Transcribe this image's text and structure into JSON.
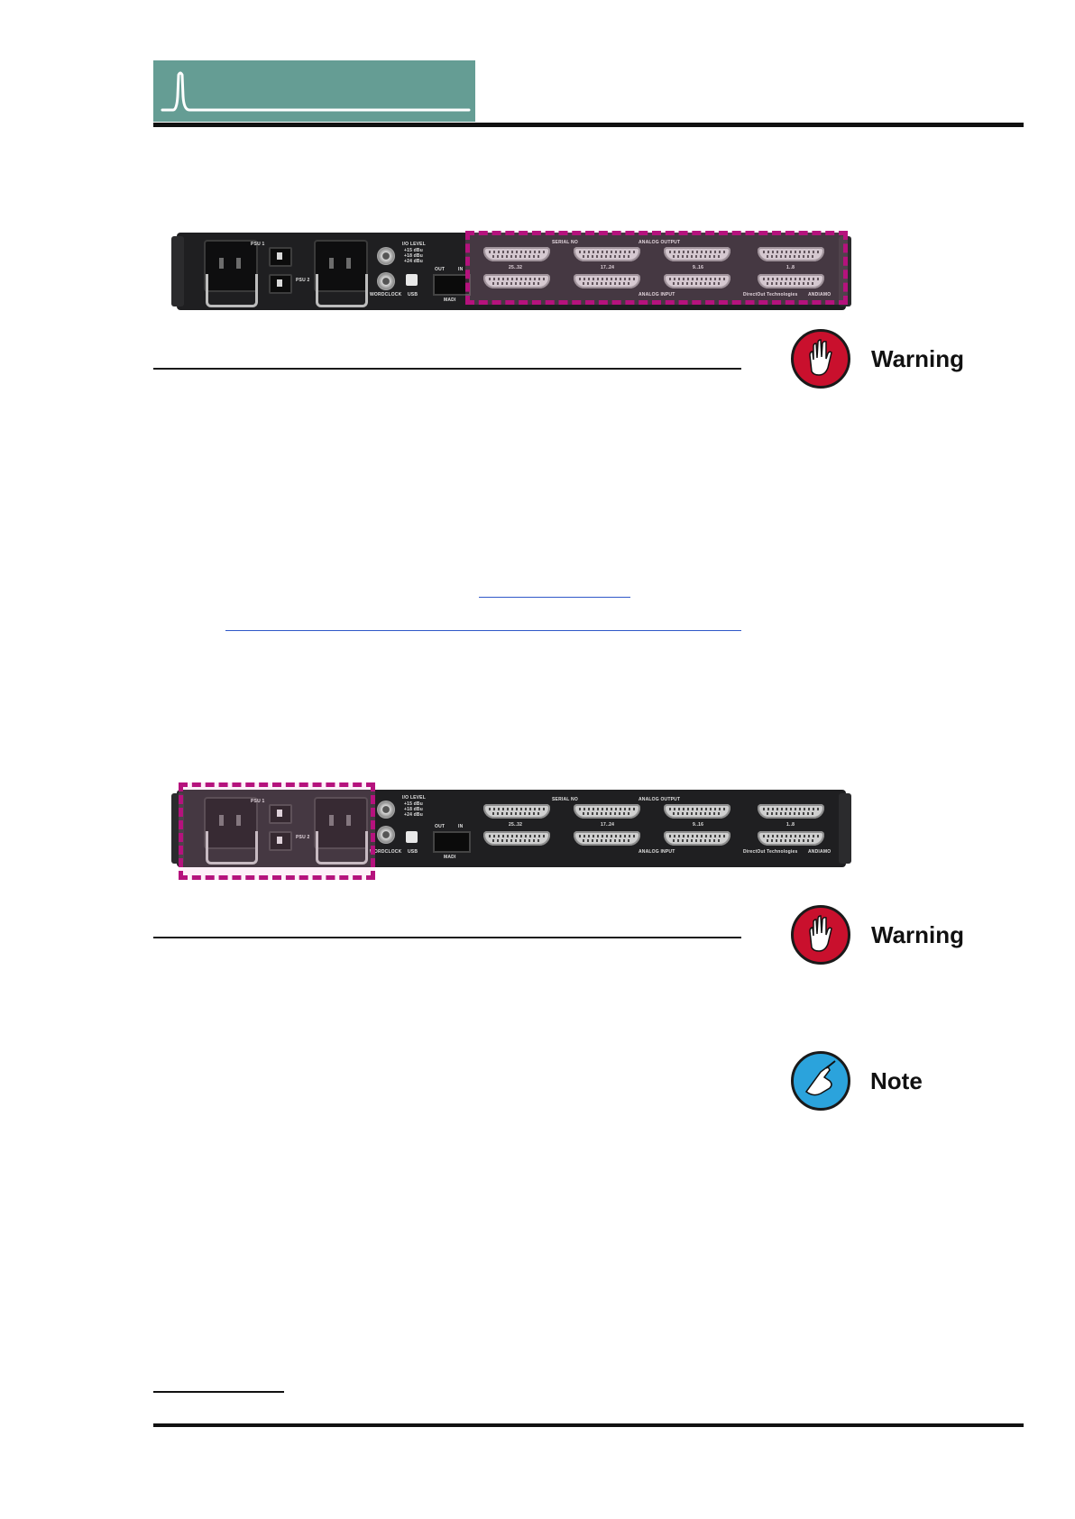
{
  "panel_labels": {
    "psu1": "PSU 1",
    "psu2": "PSU 2",
    "io_level": "I/O LEVEL",
    "level_options": [
      "+15 dBu",
      "+18 dBu",
      "+24 dBu"
    ],
    "wordclock": "WORDCLOCK",
    "usb": "USB",
    "madi": "MADI",
    "madi_out": "OUT",
    "madi_in": "IN",
    "serial_no": "SERIAL NO",
    "analog_output": "ANALOG OUTPUT",
    "analog_input": "ANALOG INPUT",
    "channel_groups": [
      "25..32",
      "17..24",
      "9..16",
      "1..8"
    ],
    "brand": "DirectOut Technologies",
    "model": "ANDIAMO"
  },
  "callouts": {
    "warning_1": "Warning",
    "warning_2": "Warning",
    "note_1": "Note"
  },
  "highlights": {
    "panel_1": "analog-ports",
    "panel_2": "power-supplies"
  },
  "colors": {
    "header_tab": "#659d94",
    "highlight": "#b5127d",
    "warning": "#c9102d",
    "note": "#2ba3dc",
    "link": "#2f58c8"
  },
  "icons": {
    "warning": "hand-stop-icon",
    "note": "writing-hand-icon",
    "header": "pulse-icon"
  }
}
